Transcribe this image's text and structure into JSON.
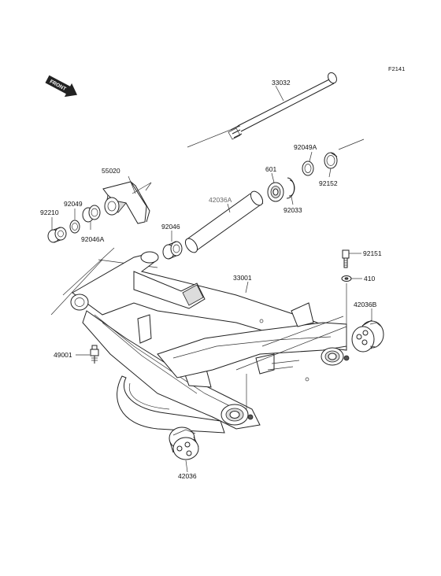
{
  "figure_code": "F2141",
  "front_label": "FRONT",
  "parts": {
    "p33032": "33032",
    "p92049a": "92049A",
    "p55020": "55020",
    "p601": "601",
    "p42036a": "42036A",
    "p92049": "92049",
    "p92210": "92210",
    "p92046a": "92046A",
    "p92033": "92033",
    "p92152": "92152",
    "p92046": "92046",
    "p92151": "92151",
    "p33001": "33001",
    "p410": "410",
    "p42036b": "42036B",
    "p49001": "49001",
    "p42036": "42036"
  }
}
